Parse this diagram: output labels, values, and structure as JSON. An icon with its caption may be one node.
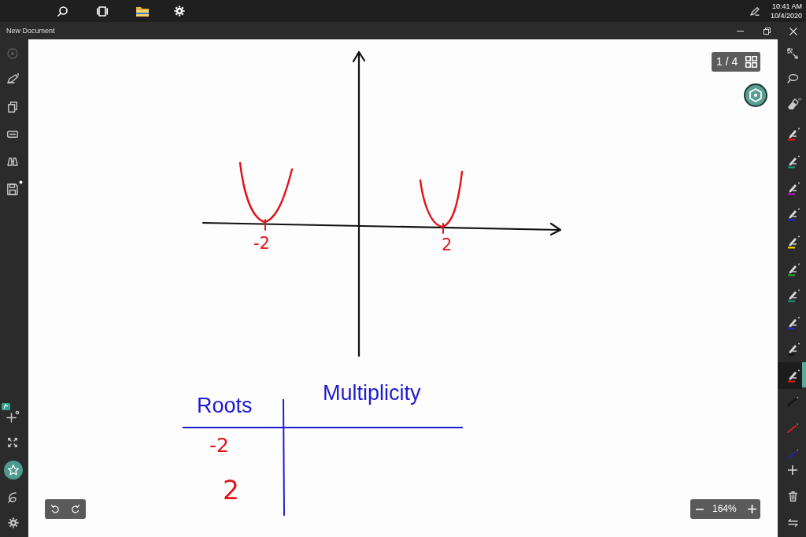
{
  "diagram": {
    "labels": [
      "10:41 AM",
      "10/4/2020",
      "New Document",
      "1 / 4",
      "-2",
      "2",
      "Roots",
      "Multiplicity",
      "-2",
      "2",
      "164%"
    ]
  }
}
